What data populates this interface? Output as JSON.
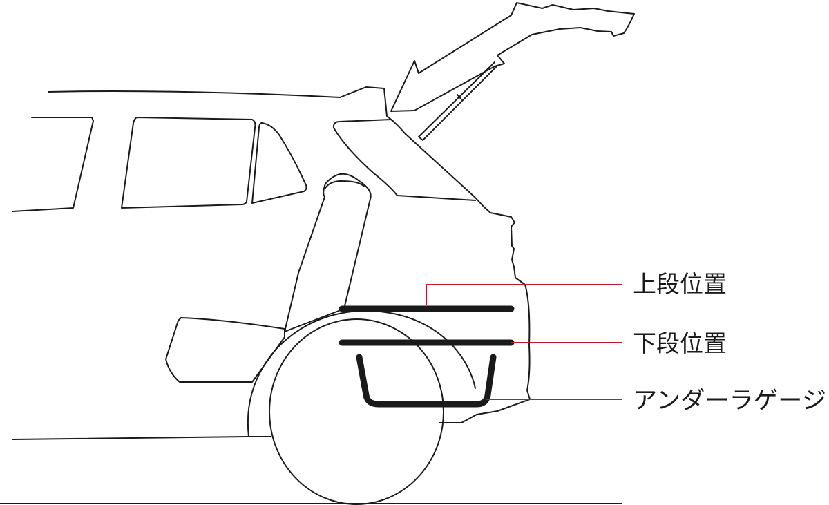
{
  "labels": {
    "upper": "上段位置",
    "lower": "下段位置",
    "under": "アンダーラゲージ"
  },
  "colors": {
    "outline": "#1a1a1a",
    "leader": "#c0172c",
    "background": "#ffffff"
  }
}
